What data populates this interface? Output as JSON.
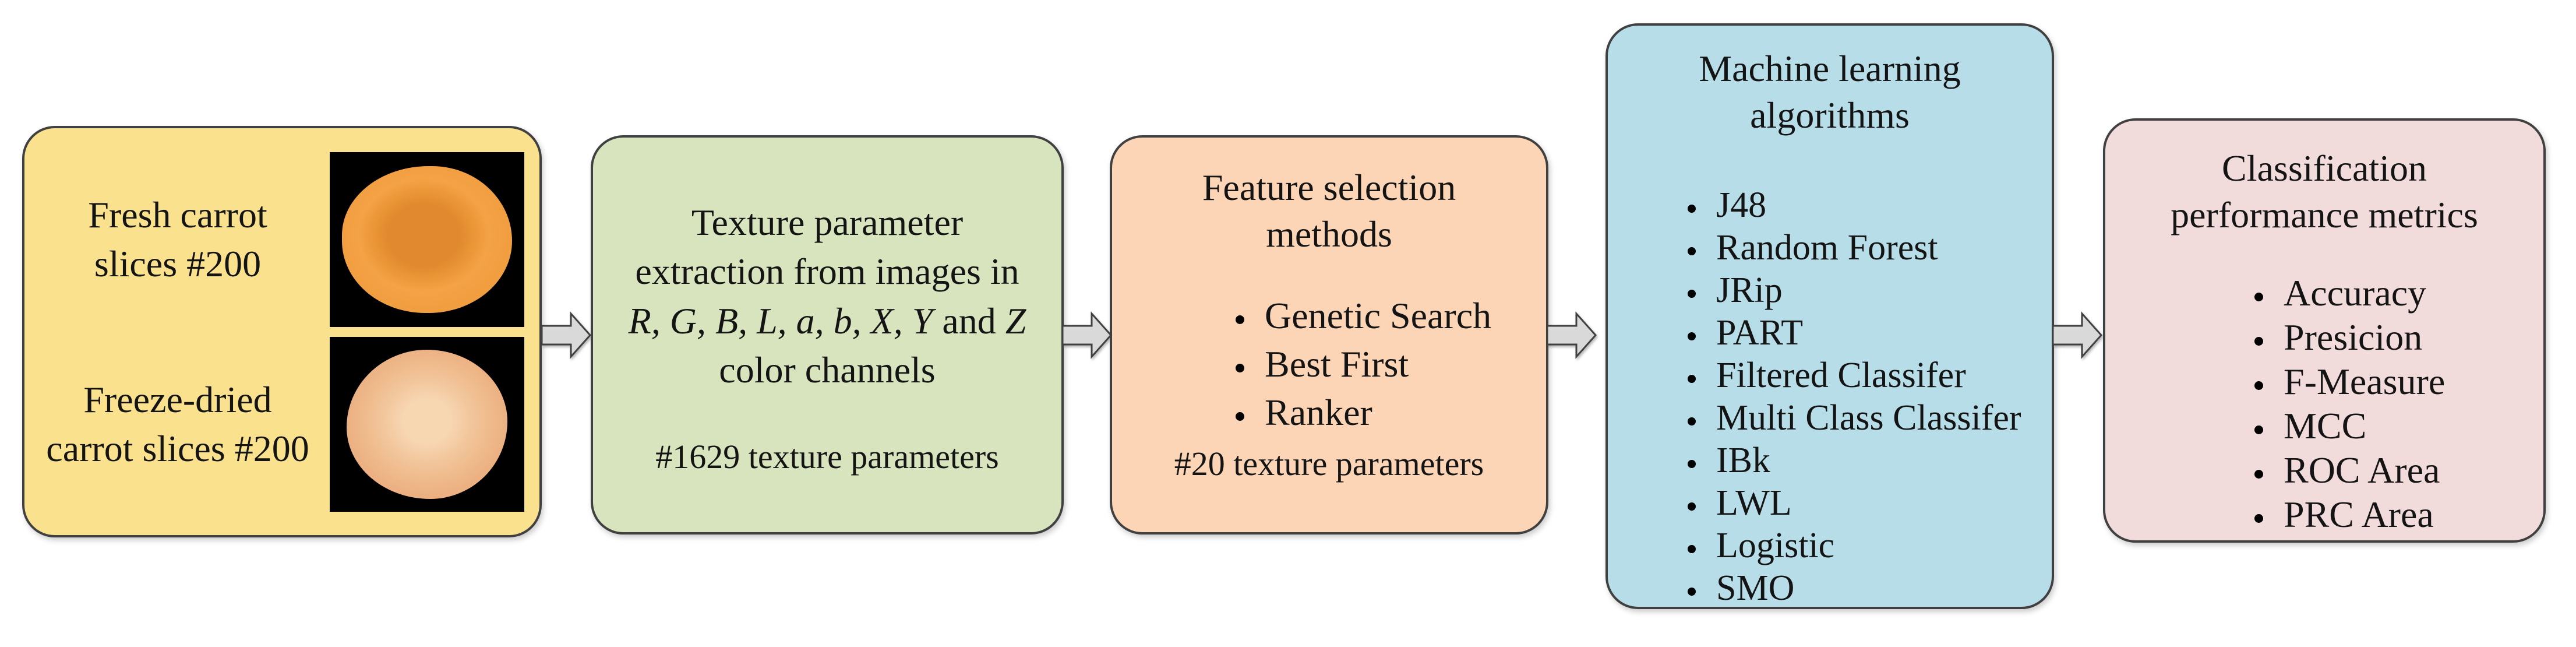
{
  "colors": {
    "page_bg": "#ffffff",
    "box_border": "#404040",
    "text": "#141414",
    "input_box_bg": "#FAE18E",
    "texture_box_bg": "#D7E4BE",
    "feature_box_bg": "#FBD5B5",
    "ml_box_bg": "#B7DEE8",
    "metrics_box_bg": "#F2DBDB",
    "arrow_fill": "#D9D9D9",
    "arrow_border": "#404040",
    "image_bg": "#000000",
    "fresh_slice_inner": "#E0892F",
    "fresh_slice_outer": "#F4A246",
    "dried_slice_inner": "#F7D6B2",
    "dried_slice_outer": "#ECB081"
  },
  "icons": {
    "flow_arrow": "right-block-arrow"
  },
  "input_box": {
    "rows": [
      {
        "label_lines": [
          "Fresh carrot",
          "slices #200"
        ],
        "image": "fresh-carrot-slice"
      },
      {
        "label_lines": [
          "Freeze-dried",
          "carrot slices #200"
        ],
        "image": "freeze-dried-carrot-slice"
      }
    ]
  },
  "texture_box": {
    "line1": "Texture parameter",
    "line2": "extraction from images in",
    "channels_italic": "R, G, B, L, a, b, X, Y",
    "and_word": " and ",
    "channel_last": "Z",
    "line4": "color channels",
    "footer": "#1629 texture parameters"
  },
  "feature_box": {
    "title": "Feature selection methods",
    "items": [
      "Genetic Search",
      "Best First",
      "Ranker"
    ],
    "footer": "#20 texture parameters"
  },
  "ml_box": {
    "title": "Machine learning algorithms",
    "items": [
      "J48",
      "Random Forest",
      "JRip",
      "PART",
      "Filtered Classifer",
      "Multi Class Classifer",
      "IBk",
      "LWL",
      "Logistic",
      "SMO"
    ]
  },
  "metrics_box": {
    "title": "Classification performance metrics",
    "items": [
      "Accuracy",
      "Presicion",
      "F-Measure",
      "MCC",
      "ROC Area",
      "PRC Area"
    ]
  }
}
